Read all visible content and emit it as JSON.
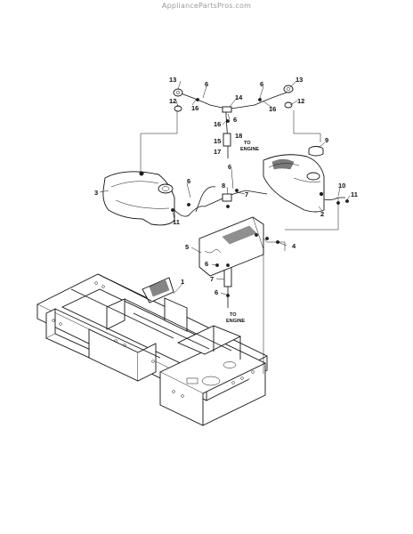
{
  "watermark": "AppliancePartsPros.com",
  "callouts": {
    "c1": "1",
    "c2": "2",
    "c3": "3",
    "c4": "4",
    "c5": "5",
    "c6a": "6",
    "c6b": "6",
    "c6c": "6",
    "c6d": "6",
    "c6e": "6",
    "c6f": "6",
    "c6g": "6",
    "c7a": "7",
    "c7b": "7",
    "c8": "8",
    "c9": "9",
    "c10": "10",
    "c11a": "11",
    "c11b": "11",
    "c12a": "12",
    "c12b": "12",
    "c13a": "13",
    "c13b": "13",
    "c14": "14",
    "c15": "15",
    "c16a": "16",
    "c16b": "16",
    "c16c": "16",
    "c17": "17",
    "c18": "18"
  },
  "notes": {
    "to_engine_top_1": "TO",
    "to_engine_top_2": "ENGINE",
    "to_engine_bottom_1": "TO",
    "to_engine_bottom_2": "ENGINE"
  }
}
